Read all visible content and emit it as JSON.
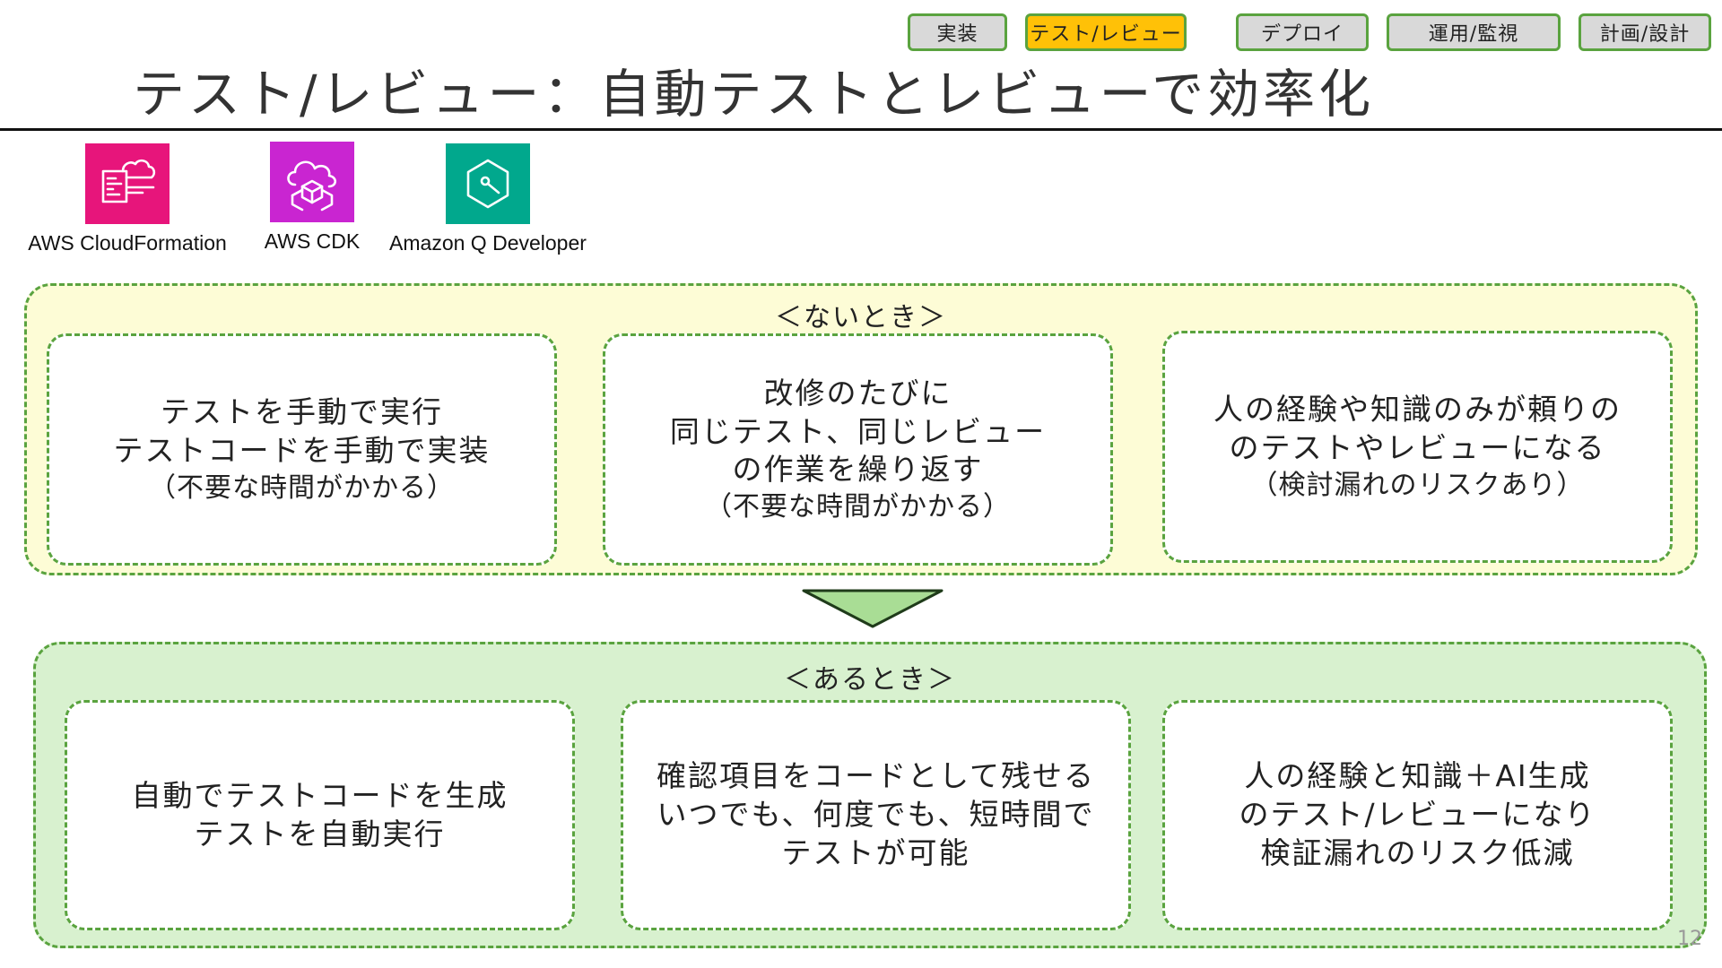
{
  "phases": [
    {
      "label": "実装",
      "active": false
    },
    {
      "label": "テスト/レビュー",
      "active": true
    },
    {
      "label": "デプロイ",
      "active": false
    },
    {
      "label": "運用/監視",
      "active": false
    },
    {
      "label": "計画/設計",
      "active": false
    }
  ],
  "title": "テスト/レビュー：自動テストとレビューで効率化",
  "services": [
    {
      "name": "AWS CloudFormation",
      "icon": "cloudformation-icon",
      "color": "#e7157b"
    },
    {
      "name": "AWS CDK",
      "icon": "cdk-icon",
      "color": "#c925d1"
    },
    {
      "name": "Amazon Q Developer",
      "icon": "q-developer-icon",
      "color": "#01a88d"
    }
  ],
  "before": {
    "heading": "＜ないとき＞",
    "cards": [
      {
        "lines": [
          "テストを手動で実行",
          "テストコードを手動で実装"
        ],
        "note": "（不要な時間がかかる）"
      },
      {
        "lines": [
          "改修のたびに",
          "同じテスト、同じレビュー",
          "の作業を繰り返す"
        ],
        "note": "（不要な時間がかかる）"
      },
      {
        "lines": [
          "人の経験や知識のみが頼りの",
          "のテストやレビューになる"
        ],
        "note": "（検討漏れのリスクあり）"
      }
    ]
  },
  "after": {
    "heading": "＜あるとき＞",
    "cards": [
      {
        "lines": [
          "自動でテストコードを生成",
          "テストを自動実行"
        ]
      },
      {
        "lines": [
          "確認項目をコードとして残せる",
          "いつでも、何度でも、短時間で",
          "テストが可能"
        ]
      },
      {
        "lines": [
          "人の経験と知識＋AI生成",
          "のテスト/レビューになり",
          "検証漏れのリスク低減"
        ]
      }
    ]
  },
  "colors": {
    "accent_green": "#5aa33f",
    "active_tab": "#ffc107",
    "before_bg": "#fdfcd6",
    "after_bg": "#d8f1cf",
    "arrow_fill": "#a9dd95"
  },
  "page_number": "12"
}
